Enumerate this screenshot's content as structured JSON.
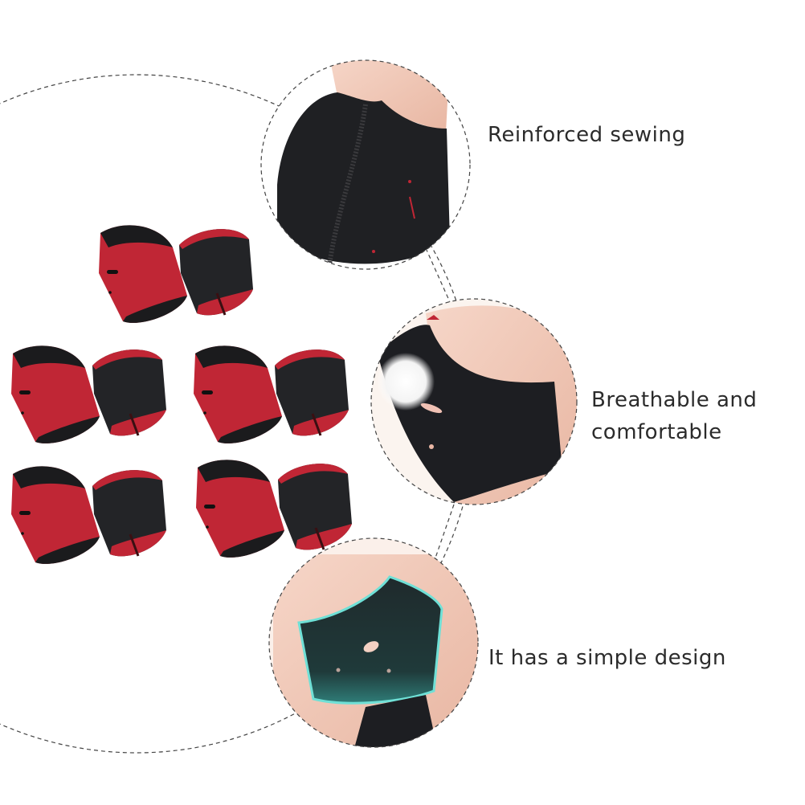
{
  "product": {
    "name": "Neoprene heel protector sleeves",
    "pairs_shown": 5,
    "colors": {
      "red": "#b81e2c",
      "black": "#1e1f22",
      "teal_highlight": "#5fd9cf",
      "skin": "#f2c9b8",
      "dash": "#444444"
    }
  },
  "features": [
    {
      "id": "reinforced-sewing",
      "label_lines": [
        "Reinforced sewing"
      ]
    },
    {
      "id": "breathable",
      "label_lines": [
        "Breathable and",
        "comfortable"
      ]
    },
    {
      "id": "simple-design",
      "label_lines": [
        "It has a simple design"
      ]
    }
  ]
}
